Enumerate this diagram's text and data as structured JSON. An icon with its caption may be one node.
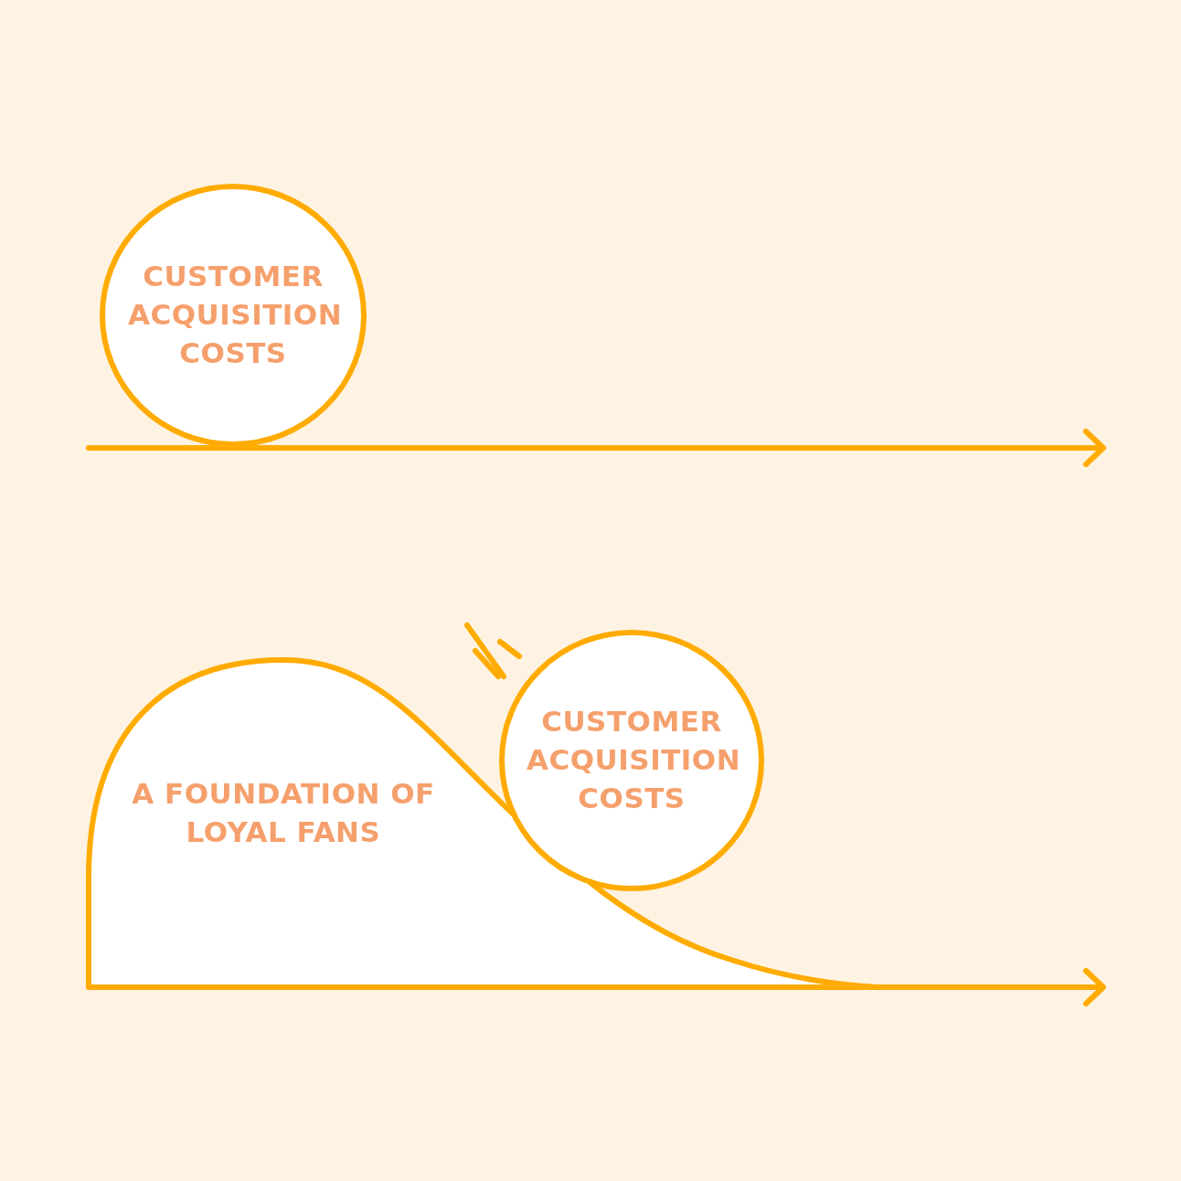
{
  "diagram": {
    "nodes": [
      {
        "text": [
          "CUSTOMER ACQUISITION COSTS"
        ]
      },
      {
        "text": [
          "A FOUNDATION OF LOYAL FANS"
        ]
      },
      {
        "text": [
          "CUSTOMER ACQUISITION COSTS"
        ]
      }
    ]
  }
}
